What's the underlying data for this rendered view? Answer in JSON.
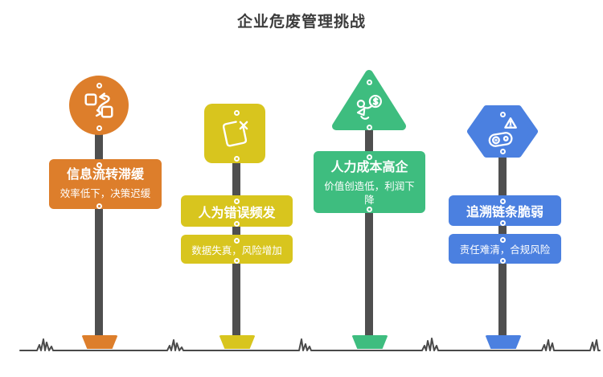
{
  "page": {
    "title": "企业危废管理挑战"
  },
  "signs": [
    {
      "title": "信息流转滞缓",
      "subtitle": "效率低下，决策迟缓",
      "color": "#DD7E2B",
      "shape": "circle",
      "icon": "transfer-arrows"
    },
    {
      "title": "人为错误频发",
      "subtitle": "数据失真，风险增加",
      "color": "#D8C51E",
      "shape": "rounded-square",
      "icon": "document-error"
    },
    {
      "title": "人力成本高企",
      "subtitle": "价值创造低，利润下降",
      "color": "#3EBD7F",
      "shape": "triangle",
      "icon": "person-chasing-money"
    },
    {
      "title": "追溯链条脆弱",
      "subtitle": "责任难清，合规风险",
      "color": "#4B80E0",
      "shape": "hexagon",
      "icon": "chain-warning"
    }
  ],
  "colors": {
    "pole": "#4F4F4F",
    "ground": "#4A4A4A",
    "title_text": "#3C3C3C",
    "board_text": "#FFFFFF"
  }
}
